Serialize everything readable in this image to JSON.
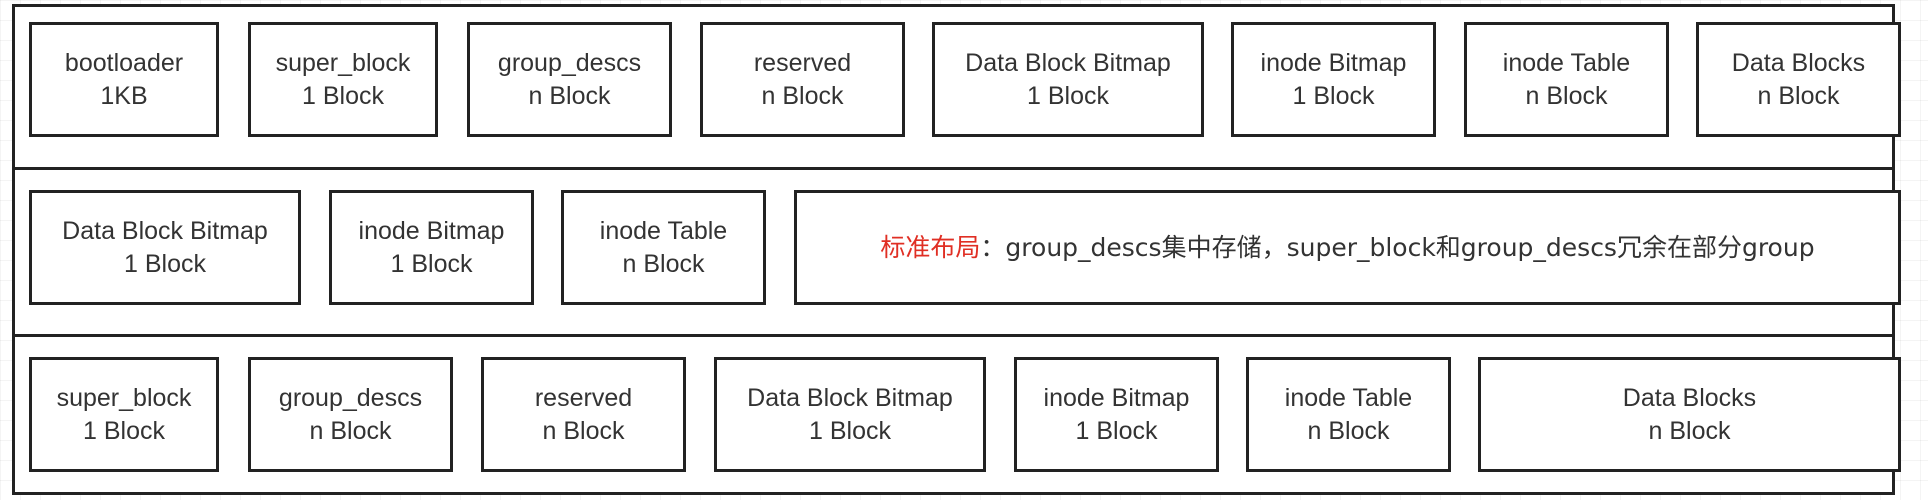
{
  "diagram": {
    "rows": [
      {
        "cells": [
          {
            "name": "bootloader",
            "lines": [
              "bootloader",
              "1KB"
            ]
          },
          {
            "name": "super_block",
            "lines": [
              "super_block",
              "1 Block"
            ]
          },
          {
            "name": "group_descs",
            "lines": [
              "group_descs",
              "n Block"
            ]
          },
          {
            "name": "reserved",
            "lines": [
              "reserved",
              "n Block"
            ]
          },
          {
            "name": "data-block-bitmap",
            "lines": [
              "Data Block Bitmap",
              "1 Block"
            ]
          },
          {
            "name": "inode-bitmap",
            "lines": [
              "inode Bitmap",
              "1 Block"
            ]
          },
          {
            "name": "inode-table",
            "lines": [
              "inode Table",
              "n Block"
            ]
          },
          {
            "name": "data-blocks",
            "lines": [
              "Data Blocks",
              "n Block"
            ]
          }
        ]
      },
      {
        "cells": [
          {
            "name": "data-block-bitmap",
            "lines": [
              "Data Block Bitmap",
              "1 Block"
            ]
          },
          {
            "name": "inode-bitmap",
            "lines": [
              "inode Bitmap",
              "1 Block"
            ]
          },
          {
            "name": "inode-table",
            "lines": [
              "inode Table",
              "n Block"
            ]
          }
        ],
        "note": {
          "highlight": "标准布局",
          "highlight_color": "#e02f24",
          "text": "：group_descs集中存储，super_block和group_descs冗余在部分group"
        }
      },
      {
        "cells": [
          {
            "name": "super_block",
            "lines": [
              "super_block",
              "1 Block"
            ]
          },
          {
            "name": "group_descs",
            "lines": [
              "group_descs",
              "n Block"
            ]
          },
          {
            "name": "reserved",
            "lines": [
              "reserved",
              "n Block"
            ]
          },
          {
            "name": "data-block-bitmap",
            "lines": [
              "Data Block Bitmap",
              "1 Block"
            ]
          },
          {
            "name": "inode-bitmap",
            "lines": [
              "inode Bitmap",
              "1 Block"
            ]
          },
          {
            "name": "inode-table",
            "lines": [
              "inode Table",
              "n Block"
            ]
          },
          {
            "name": "data-blocks",
            "lines": [
              "Data Blocks",
              "n Block"
            ]
          }
        ]
      }
    ]
  }
}
